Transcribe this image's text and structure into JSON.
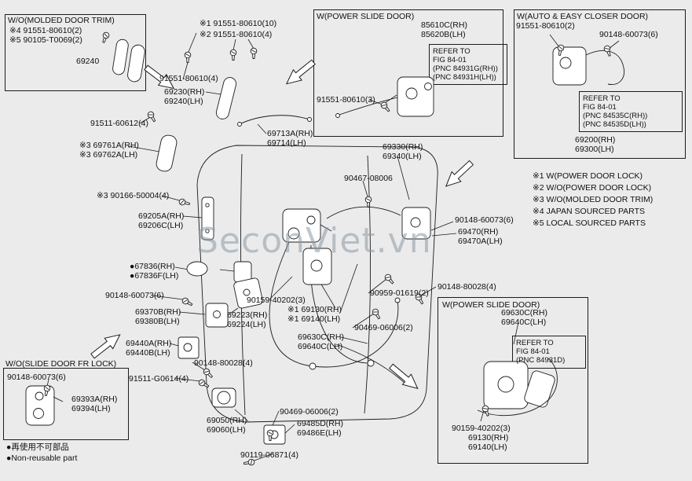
{
  "watermark": "SeconViet.vn",
  "boxes": {
    "top_left": {
      "title": "W/O(MOLDED DOOR TRIM)",
      "row1": "※4 91551-80610(2)",
      "row2": "※5 90105-T0069(2)",
      "part": "69240"
    },
    "power_slide_top": {
      "title": "W(POWER SLIDE DOOR)",
      "part_rh": "85610C(RH)",
      "part_lh": "85620B(LH)",
      "refer_line1": "REFER TO",
      "refer_line2": "FIG 84-01",
      "refer_line3": "(PNC 84931G(RH))",
      "refer_line4": "(PNC 84931H(LH))",
      "screw": "91551-80610(3)"
    },
    "auto_closer": {
      "title": "W(AUTO & EASY CLOSER DOOR)",
      "screw1": "91551-80610(2)",
      "screw2": "90148-60073(6)",
      "refer_line1": "REFER TO",
      "refer_line2": "FIG 84-01",
      "refer_line3": "(PNC 84535C(RH))",
      "refer_line4": "(PNC 84535D(LH))",
      "part_rh": "69200(RH)",
      "part_lh": "69300(LH)"
    },
    "slide_door_fr_lock": {
      "title": "W/O(SLIDE DOOR FR LOCK)",
      "screw": "90148-60073(6)",
      "part_rh": "69393A(RH)",
      "part_lh": "69394(LH)"
    },
    "power_slide_bottom": {
      "title": "W(POWER SLIDE DOOR)",
      "part_rh": "69630C(RH)",
      "part_lh": "69640C(LH)",
      "refer_line1": "REFER TO",
      "refer_line2": "FIG 84-01",
      "refer_line3": "(PNC 84931D)",
      "screw": "90159-40202(3)",
      "lock_rh": "69130(RH)",
      "lock_lh": "69140(LH)"
    }
  },
  "legend": [
    "※1 W(POWER DOOR LOCK)",
    "※2 W/O(POWER DOOR LOCK)",
    "※3 W/O(MOLDED DOOR TRIM)",
    "※4 JAPAN SOURCED PARTS",
    "※5 LOCAL SOURCED PARTS"
  ],
  "notes": [
    "●再使用不可部品",
    "●Non-reusable part"
  ],
  "labels": [
    "※1 91551-80610(10)",
    "※2 91551-80610(4)",
    "91551-80610(4)",
    "69230(RH)",
    "69240(LH)",
    "91511-60612(4)",
    "※3 69761A(RH)",
    "※3 69762A(LH)",
    "※3 90166-50004(4)",
    "69713A(RH)",
    "69714(LH)",
    "69330(RH)",
    "69340(LH)",
    "90467-08006",
    "69205A(RH)",
    "69206C(LH)",
    "90148-60073(6)",
    "69470(RH)",
    "69470A(LH)",
    "●67836(RH)",
    "●67836F(LH)",
    "90148-60073(6)",
    "90159-40202(3)",
    "※1 69130(RH)",
    "※1 69140(LH)",
    "90959-01619(2)",
    "90148-80028(4)",
    "69370B(RH)",
    "69380B(LH)",
    "69223(RH)",
    "69224(LH)",
    "69440A(RH)",
    "69440B(LH)",
    "90148-80028(4)",
    "91511-G0614(4)",
    "69630C(RH)",
    "69640C(LH)",
    "90469-06006(2)",
    "69050(RH)",
    "69060(LH)",
    "90119-06871(4)",
    "90469-06006(2)",
    "69485D(RH)",
    "69486E(LH)"
  ]
}
